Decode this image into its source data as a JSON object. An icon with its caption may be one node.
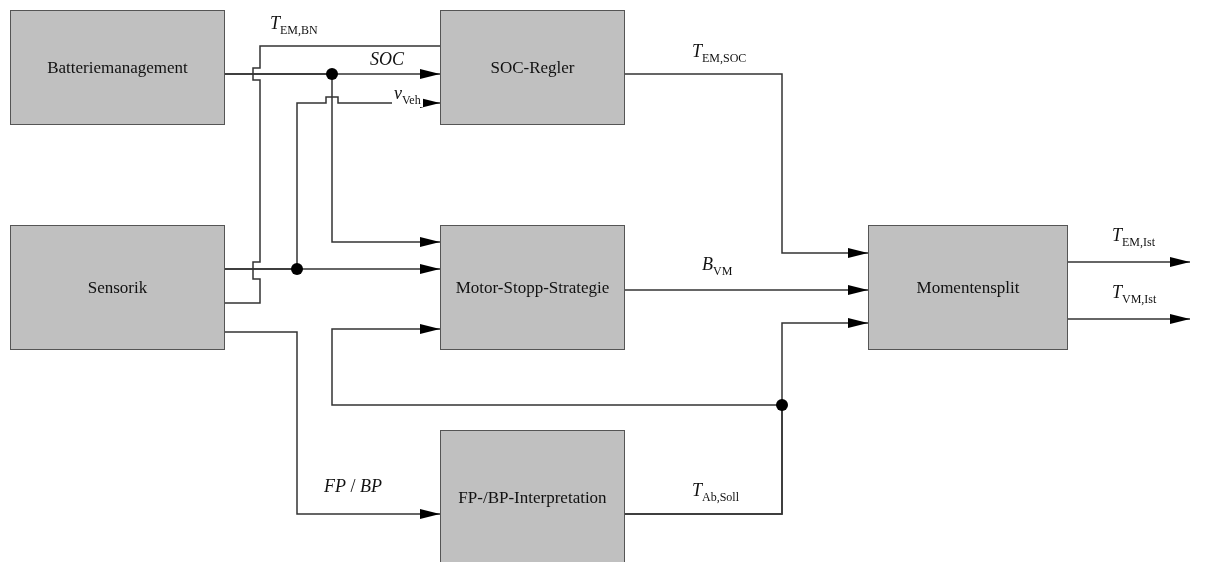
{
  "diagram": {
    "nodes": [
      {
        "text": [
          "Batteriemanagement"
        ]
      },
      {
        "text": [
          "SOC-Regler"
        ]
      },
      {
        "text": [
          "Sensorik"
        ]
      },
      {
        "text": [
          "Motor-Stopp-Strategie"
        ]
      },
      {
        "text": [
          "Momentensplit"
        ]
      },
      {
        "text": [
          "FP-/BP-Interpretation"
        ]
      }
    ],
    "edges": [
      {
        "from": 0,
        "to": 1,
        "arrow": "to",
        "label": "*SOC*"
      },
      {
        "from": 0,
        "to": 3,
        "arrow": "to"
      },
      {
        "from": 2,
        "to": 1,
        "arrow": "none",
        "label": "*T*$_{EM,BN}$"
      },
      {
        "from": 2,
        "to": 3,
        "arrow": "to"
      },
      {
        "from": 2,
        "to": 1,
        "arrow": "to",
        "label": "*v*$_{Veh}$"
      },
      {
        "from": 2,
        "to": 5,
        "arrow": "to",
        "label": "*FP* / *BP*"
      },
      {
        "from": 1,
        "to": 4,
        "arrow": "to",
        "label": "*T*$_{EM,SOC}$"
      },
      {
        "from": 3,
        "to": 4,
        "arrow": "to",
        "label": "*B*$_{VM}$"
      },
      {
        "from": 5,
        "to": 4,
        "arrow": "to",
        "label": "*T*$_{Ab,Soll}$"
      },
      {
        "from": 5,
        "to": 3,
        "arrow": "to"
      },
      {
        "from": 4,
        "to": null,
        "arrow": "to",
        "label": "*T*$_{EM,Ist}$"
      },
      {
        "from": 4,
        "to": null,
        "arrow": "to",
        "label": "*T*$_{VM,Ist}$"
      }
    ]
  }
}
